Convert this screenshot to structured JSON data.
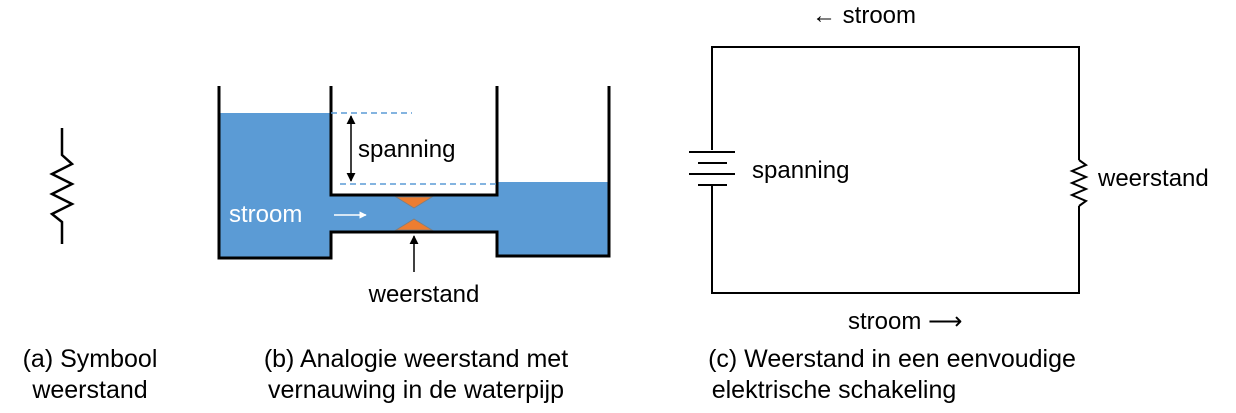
{
  "panel_a": {
    "caption_line1": "(a)  Symbool",
    "caption_line2": "weerstand"
  },
  "panel_b": {
    "voltage_label": "spanning",
    "current_label": "stroom",
    "resistor_label": "weerstand",
    "caption_line1": "(b) Analogie weerstand met",
    "caption_line2": "vernauwing in de waterpijp",
    "colors": {
      "water": "#5b9bd5",
      "constriction": "#ed7d31",
      "wall": "#000000",
      "level_line": "#5b9bd5"
    }
  },
  "panel_c": {
    "current_top_label": "← stroom",
    "current_bottom_label": "stroom ⟶",
    "voltage_label": "spanning",
    "resistor_label": "weerstand",
    "caption_line1": "(c) Weerstand in een eenvoudige",
    "caption_line2": "elektrische schakeling"
  }
}
